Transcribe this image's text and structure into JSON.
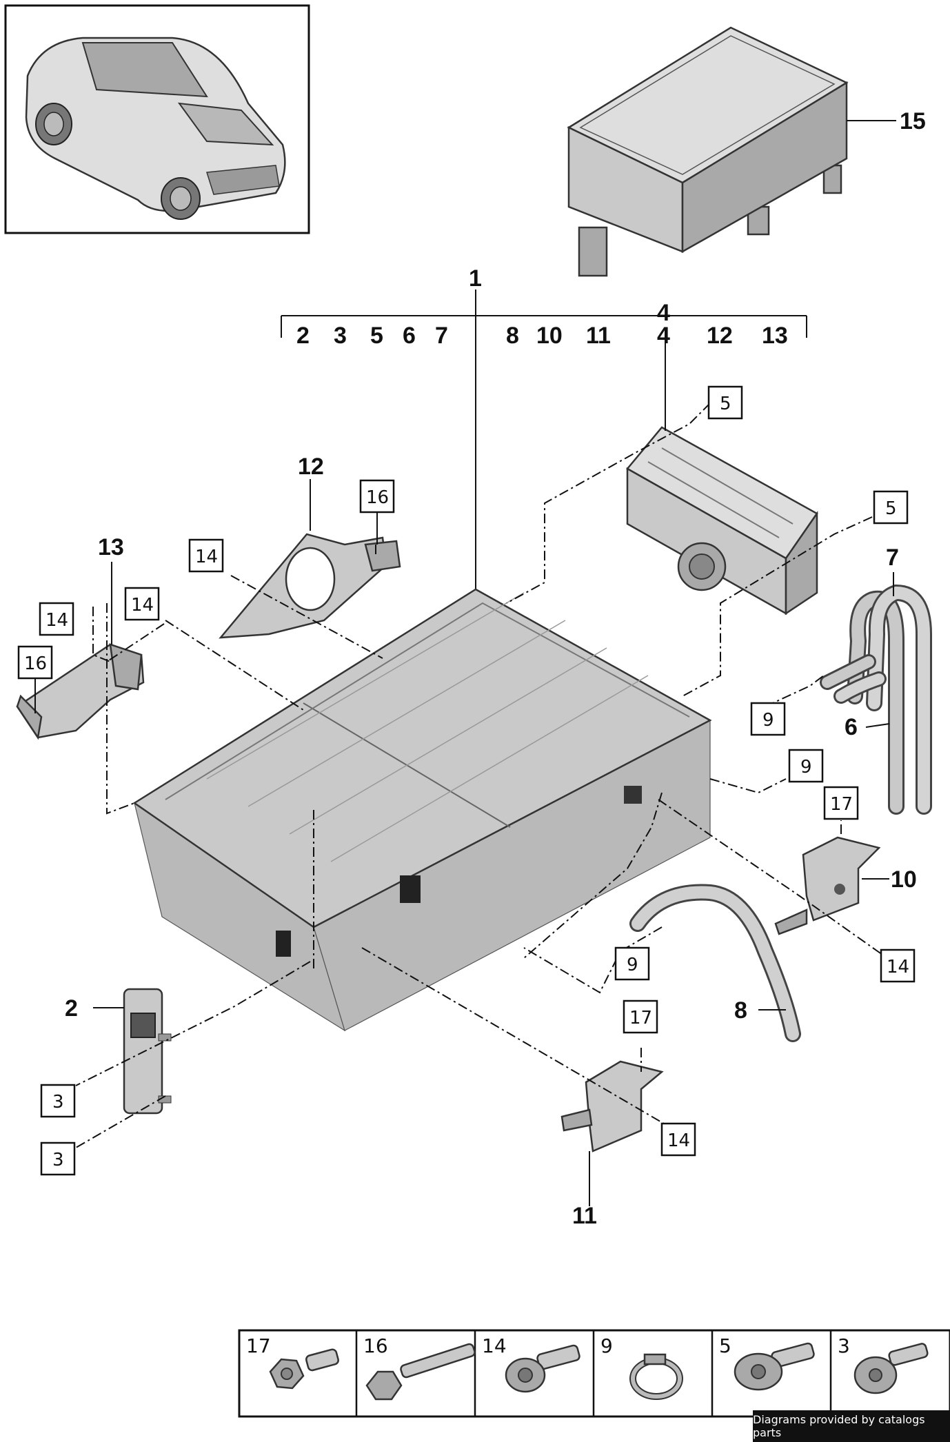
{
  "diagram": {
    "group_label": "1",
    "group_members": [
      "2",
      "3",
      "5",
      "6",
      "7",
      "8",
      "10",
      "11",
      "4",
      "12",
      "13"
    ],
    "callouts": {
      "p15": "15",
      "p4": "4",
      "p12": "12",
      "p13": "13",
      "p7": "7",
      "p6": "6",
      "p10": "10",
      "p8": "8",
      "p2": "2",
      "p11": "11"
    },
    "boxed_refs": {
      "b5_top": "5",
      "b5_mid": "5",
      "b16_right": "16",
      "b14_a": "14",
      "b14_left": "14",
      "b14_b": "14",
      "b16_left": "16",
      "b9_a": "9",
      "b9_b": "9",
      "b17_a": "17",
      "b14_right": "14",
      "b9_c": "9",
      "b17_b": "17",
      "b14_bottom": "14",
      "b3_a": "3",
      "b3_b": "3"
    }
  },
  "fastener_legend": [
    {
      "ref": "17",
      "icon": "hex-flange-bolt-icon"
    },
    {
      "ref": "16",
      "icon": "long-hex-bolt-icon"
    },
    {
      "ref": "14",
      "icon": "torx-bolt-icon"
    },
    {
      "ref": "9",
      "icon": "hose-clamp-icon"
    },
    {
      "ref": "5",
      "icon": "torx-flange-bolt-icon"
    },
    {
      "ref": "3",
      "icon": "torx-pan-screw-icon"
    }
  ],
  "credit": "Diagrams provided by catalogs parts"
}
